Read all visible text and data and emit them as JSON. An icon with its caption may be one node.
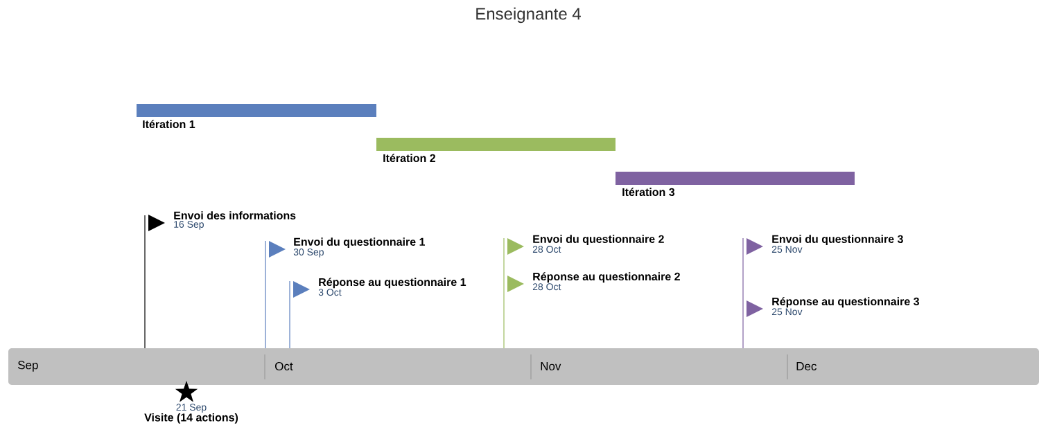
{
  "diagram": {
    "title": "Enseignante 4",
    "nodes": [
      {
        "text": [
          "Itération 1"
        ]
      },
      {
        "text": [
          "Itération 2"
        ]
      },
      {
        "text": [
          "Itération 3"
        ]
      },
      {
        "text": [
          "Envoi des informations",
          "16 Sep"
        ]
      },
      {
        "text": [
          "Envoi du questionnaire 1",
          "30 Sep"
        ]
      },
      {
        "text": [
          "Réponse au questionnaire 1",
          "3 Oct"
        ]
      },
      {
        "text": [
          "Envoi du questionnaire 2",
          "28 Oct"
        ]
      },
      {
        "text": [
          "Réponse au questionnaire 2",
          "28 Oct"
        ]
      },
      {
        "text": [
          "Envoi du questionnaire 3",
          "25 Nov"
        ]
      },
      {
        "text": [
          "Réponse au questionnaire 3",
          "25 Nov"
        ]
      },
      {
        "text": [
          "21 Sep",
          "Visite (14 actions)"
        ]
      }
    ],
    "labels": [
      "Sep",
      "Oct",
      "Nov",
      "Dec"
    ]
  }
}
